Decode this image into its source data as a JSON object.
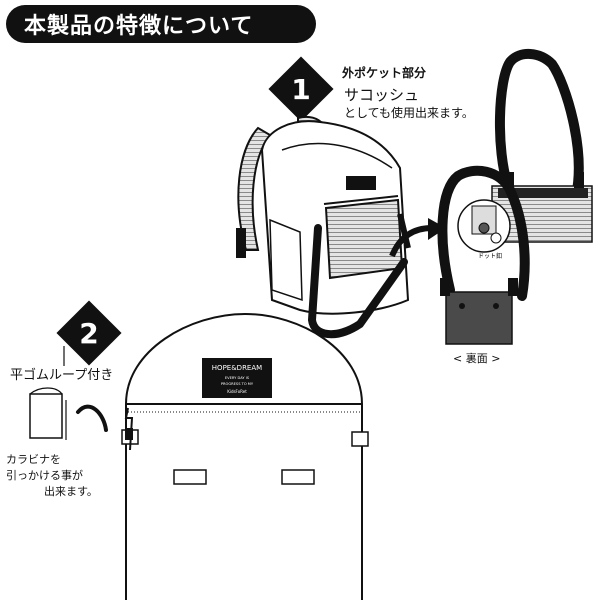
{
  "header": {
    "title": "本製品の特徴について"
  },
  "feature1": {
    "number": "1",
    "title": "外ポケット部分",
    "subtitle": "サコッシュ",
    "description": "としても使用出来ます。",
    "dot_label": "ドット釦",
    "back_label": "< 裏面 >"
  },
  "feature2": {
    "number": "2",
    "loop_label": "平ゴムループ付き",
    "carabiner_lines": [
      "カラビナを",
      "引っかける事が",
      "出来ます。"
    ],
    "patch_lines": [
      "HOPE&DREAM",
      "EVERY DAY IS",
      "PROGRESS TO MY",
      "KidsFoRet"
    ]
  }
}
